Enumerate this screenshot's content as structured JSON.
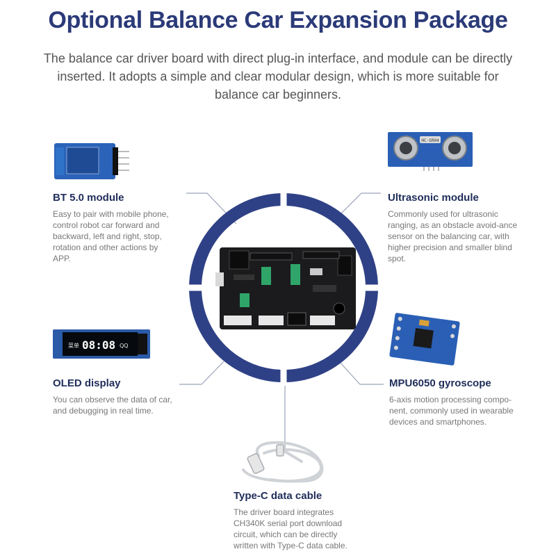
{
  "title": "Optional Balance Car Expansion Package",
  "subtitle": "The balance car driver board with direct plug-in interface, and module can be directly inserted. It adopts a simple and clear modular design, which is more suitable for balance car beginners.",
  "features": {
    "bt": {
      "title": "BT 5.0 module",
      "desc": "Easy to pair with mobile phone, control robot car forward and backward, left and right, stop, rotation and other actions by APP."
    },
    "ultrasonic": {
      "title": "Ultrasonic module",
      "desc": "Commonly used for ultrasonic ranging, as an obstacle avoid-ance sensor on the balancing car, with higher precision and smaller blind spot."
    },
    "oled": {
      "title": "OLED display",
      "desc": "You can observe the data of car, and debugging in real time."
    },
    "mpu": {
      "title": "MPU6050 gyroscope",
      "desc": "6-axis motion processing compo-nent, commonly used in wearable devices and smartphones."
    },
    "cable": {
      "title": "Type-C data cable",
      "desc": "The driver board integrates CH340K serial port download circuit, which can be directly written with Type-C data cable."
    }
  },
  "images": {
    "ultrasonic_label": "HC-SR04",
    "oled_time": "08:08",
    "oled_left": "菜单",
    "oled_right": "QQ"
  },
  "colors": {
    "accent": "#2b3a78",
    "ring": "#2f4186",
    "text": "#1f2d5a"
  }
}
